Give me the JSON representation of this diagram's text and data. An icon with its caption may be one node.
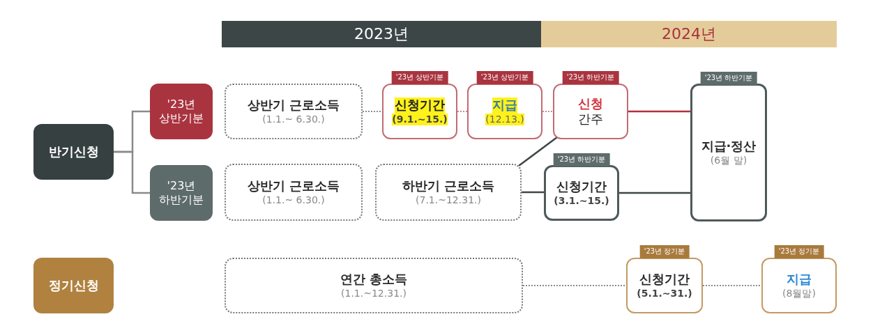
{
  "diagram": {
    "nodes": [
      {
        "text": [
          "2023년"
        ]
      },
      {
        "text": [
          "2024년"
        ]
      },
      {
        "text": [
          "반기신청"
        ]
      },
      {
        "text": [
          "'23년 상반기분"
        ]
      },
      {
        "text": [
          "'23년 하반기분"
        ]
      },
      {
        "text": [
          "상반기 근로소득",
          "(1.1.~ 6.30.)"
        ]
      },
      {
        "text": [
          "신청기간",
          "(9.1.~15.)"
        ],
        "beside": [
          "'23년 상반기분"
        ]
      },
      {
        "text": [
          "지급",
          "(12.13.)"
        ],
        "beside": [
          "'23년 상반기분"
        ]
      },
      {
        "text": [
          "신청",
          "간주"
        ],
        "beside": [
          "'23년 하반기분"
        ]
      },
      {
        "text": [
          "지급·정산",
          "(6월 말)"
        ],
        "beside": [
          "'23년 하반기분"
        ]
      },
      {
        "text": [
          "상반기 근로소득",
          "(1.1.~ 6.30.)"
        ]
      },
      {
        "text": [
          "하반기 근로소득",
          "(7.1.~12.31.)"
        ]
      },
      {
        "text": [
          "신청기간",
          "(3.1.~15.)"
        ],
        "beside": [
          "'23년 하반기분"
        ]
      },
      {
        "text": [
          "정기신청"
        ]
      },
      {
        "text": [
          "연간 총소득",
          "(1.1.~12.31.)"
        ]
      },
      {
        "text": [
          "신청기간",
          "(5.1.~31.)"
        ],
        "beside": [
          "'23년 정기분"
        ]
      },
      {
        "text": [
          "지급",
          "(8월말)"
        ],
        "beside": [
          "'23년 정기분"
        ]
      }
    ],
    "edges": [
      {
        "from": 2,
        "to": 3,
        "arrow": "none"
      },
      {
        "from": 2,
        "to": 4,
        "arrow": "none"
      },
      {
        "from": 5,
        "to": 6,
        "arrow": "none",
        "style": "dashed"
      },
      {
        "from": 6,
        "to": 7,
        "arrow": "none",
        "style": "dashed",
        "color": "#c98a8f"
      },
      {
        "from": 7,
        "to": 8,
        "arrow": "none",
        "style": "dashed",
        "color": "#c98a8f"
      },
      {
        "from": 8,
        "to": 9,
        "arrow": "none",
        "color": "#b0323c"
      },
      {
        "from": 11,
        "to": 8,
        "arrow": "none",
        "color": "#3f4646"
      },
      {
        "from": 11,
        "to": 12,
        "arrow": "none",
        "color": "#3f4646"
      },
      {
        "from": 12,
        "to": 9,
        "arrow": "none",
        "color": "#3f4646"
      },
      {
        "from": 14,
        "to": 15,
        "arrow": "none",
        "style": "dashed"
      },
      {
        "from": 15,
        "to": 16,
        "arrow": "none",
        "style": "dashed"
      }
    ]
  }
}
